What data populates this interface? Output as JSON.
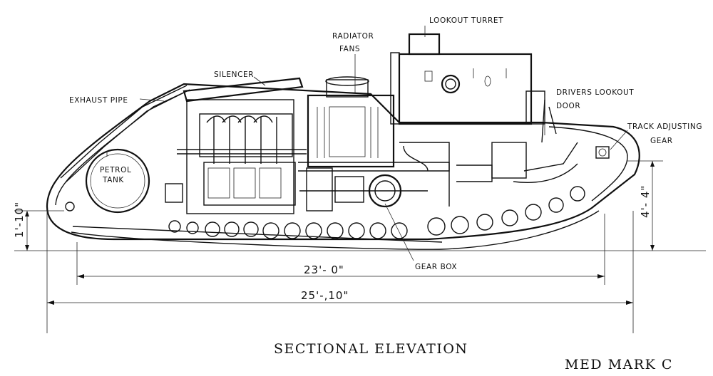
{
  "title": "SECTIONAL ELEVATION",
  "designation": "MED MARK C",
  "labels": {
    "lookout_turret": "LOOKOUT TURRET",
    "radiator_fans_1": "RADIATOR",
    "radiator_fans_2": "FANS",
    "silencer": "SILENCER",
    "exhaust_pipe": "EXHAUST PIPE",
    "drivers_lookout_1": "DRIVERS LOOKOUT",
    "drivers_lookout_2": "DOOR",
    "track_adjusting_1": "TRACK ADJUSTING",
    "track_adjusting_2": "GEAR",
    "petrol_tank_1": "PETROL",
    "petrol_tank_2": "TANK",
    "gear_box": "GEAR BOX"
  },
  "dimensions": {
    "track_length": "23'- 0\"",
    "overall_length": "25'-,10\"",
    "ground_clearance": "1'-10\"",
    "height": "4'- 4\""
  }
}
